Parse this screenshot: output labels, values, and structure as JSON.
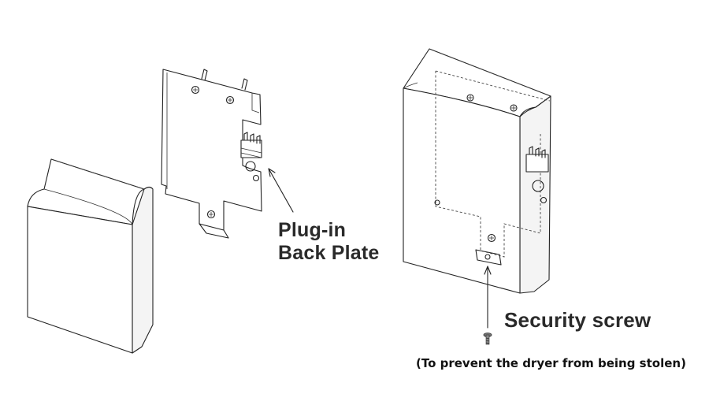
{
  "labels": {
    "back_plate_line1": "Plug-in",
    "back_plate_line2": "Back Plate",
    "security_screw": "Security screw",
    "note": "(To prevent the dryer from being stolen)"
  },
  "colors": {
    "line": "#222222",
    "text": "#2a2a2a",
    "background": "#ffffff"
  }
}
